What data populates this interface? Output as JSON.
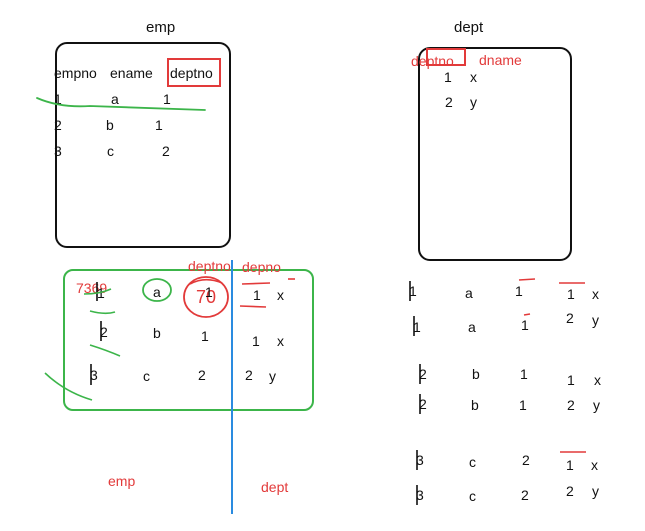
{
  "emp": {
    "title": "emp",
    "headers": [
      "empno",
      "ename",
      "deptno"
    ],
    "rows": [
      [
        "1",
        "a",
        "1"
      ],
      [
        "2",
        "b",
        "1"
      ],
      [
        "3",
        "c",
        "2"
      ]
    ]
  },
  "dept": {
    "title": "dept",
    "headers": [
      "deptno",
      "dname"
    ],
    "rows": [
      [
        "1",
        "x"
      ],
      [
        "2",
        "y"
      ]
    ]
  },
  "join": {
    "annotation_7369": "7369",
    "annotation_70": "70",
    "header_left": "deptno",
    "header_right": "depno",
    "rows": [
      [
        "1",
        "a",
        "1",
        "1",
        "x"
      ],
      [
        "2",
        "b",
        "1",
        "1",
        "x"
      ],
      [
        "3",
        "c",
        "2",
        "2",
        "y"
      ]
    ],
    "label_emp": "emp",
    "label_dept": "dept"
  },
  "cartesian": {
    "rows": [
      [
        "1",
        "a",
        "1",
        "1",
        "x"
      ],
      [
        "1",
        "a",
        "1",
        "2",
        "y"
      ],
      [
        "2",
        "b",
        "1",
        "1",
        "x"
      ],
      [
        "2",
        "b",
        "1",
        "2",
        "y"
      ],
      [
        "3",
        "c",
        "2",
        "1",
        "x"
      ],
      [
        "3",
        "c",
        "2",
        "2",
        "y"
      ]
    ]
  },
  "colors": {
    "red": "#e23a3a",
    "green": "#3cb54a",
    "blue": "#2a8be0",
    "black": "#111111"
  }
}
